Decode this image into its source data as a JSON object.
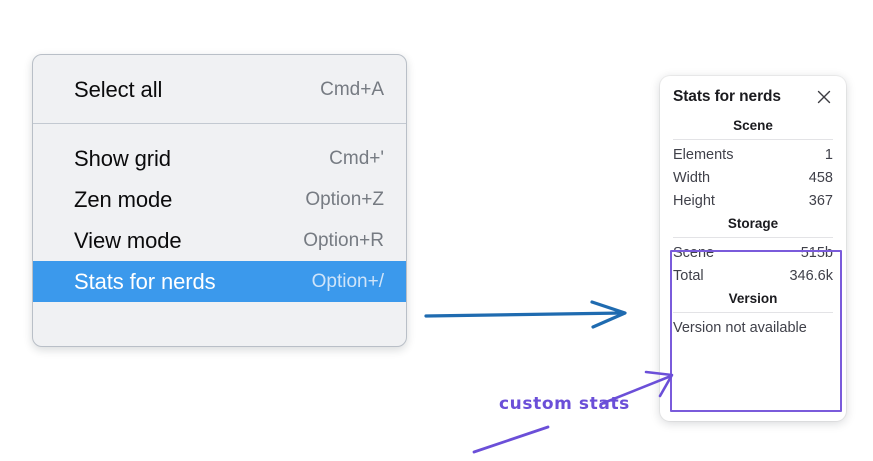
{
  "context_menu": {
    "groups": [
      {
        "items": [
          {
            "label": "Select all",
            "shortcut": "Cmd+A",
            "selected": false
          }
        ]
      },
      {
        "items": [
          {
            "label": "Show grid",
            "shortcut": "Cmd+'",
            "selected": false
          },
          {
            "label": "Zen mode",
            "shortcut": "Option+Z",
            "selected": false
          },
          {
            "label": "View mode",
            "shortcut": "Option+R",
            "selected": false
          },
          {
            "label": "Stats for nerds",
            "shortcut": "Option+/",
            "selected": true
          }
        ]
      }
    ],
    "highlight_color": "#3b99ec"
  },
  "stats_panel": {
    "title": "Stats for nerds",
    "close_icon": "close-icon",
    "sections": [
      {
        "heading": "Scene",
        "rows": [
          {
            "key": "Elements",
            "value": "1"
          },
          {
            "key": "Width",
            "value": "458"
          },
          {
            "key": "Height",
            "value": "367"
          }
        ]
      },
      {
        "heading": "Storage",
        "rows": [
          {
            "key": "Scene",
            "value": "515b"
          },
          {
            "key": "Total",
            "value": "346.6k"
          }
        ]
      },
      {
        "heading": "Version",
        "text": "Version not available"
      }
    ]
  },
  "annotations": {
    "callout_text": "custom stats",
    "callout_color": "#6b4fd8",
    "arrow_color": "#1f6bb0",
    "highlight_border_color": "#7a5bdb"
  }
}
